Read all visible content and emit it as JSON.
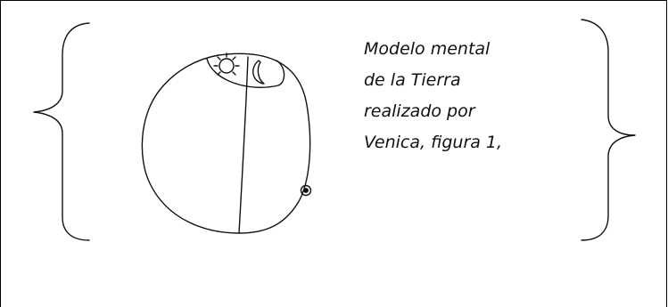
{
  "caption": {
    "lines": [
      "Modelo mental",
      "de la Tierra",
      "realizado por",
      "Venica, figura 1,"
    ]
  },
  "drawing": {
    "subject": "earth-mental-model-sketch",
    "icons": [
      "sun-icon",
      "moon-icon",
      "small-circle-icon"
    ],
    "stroke_color": "#111111"
  }
}
